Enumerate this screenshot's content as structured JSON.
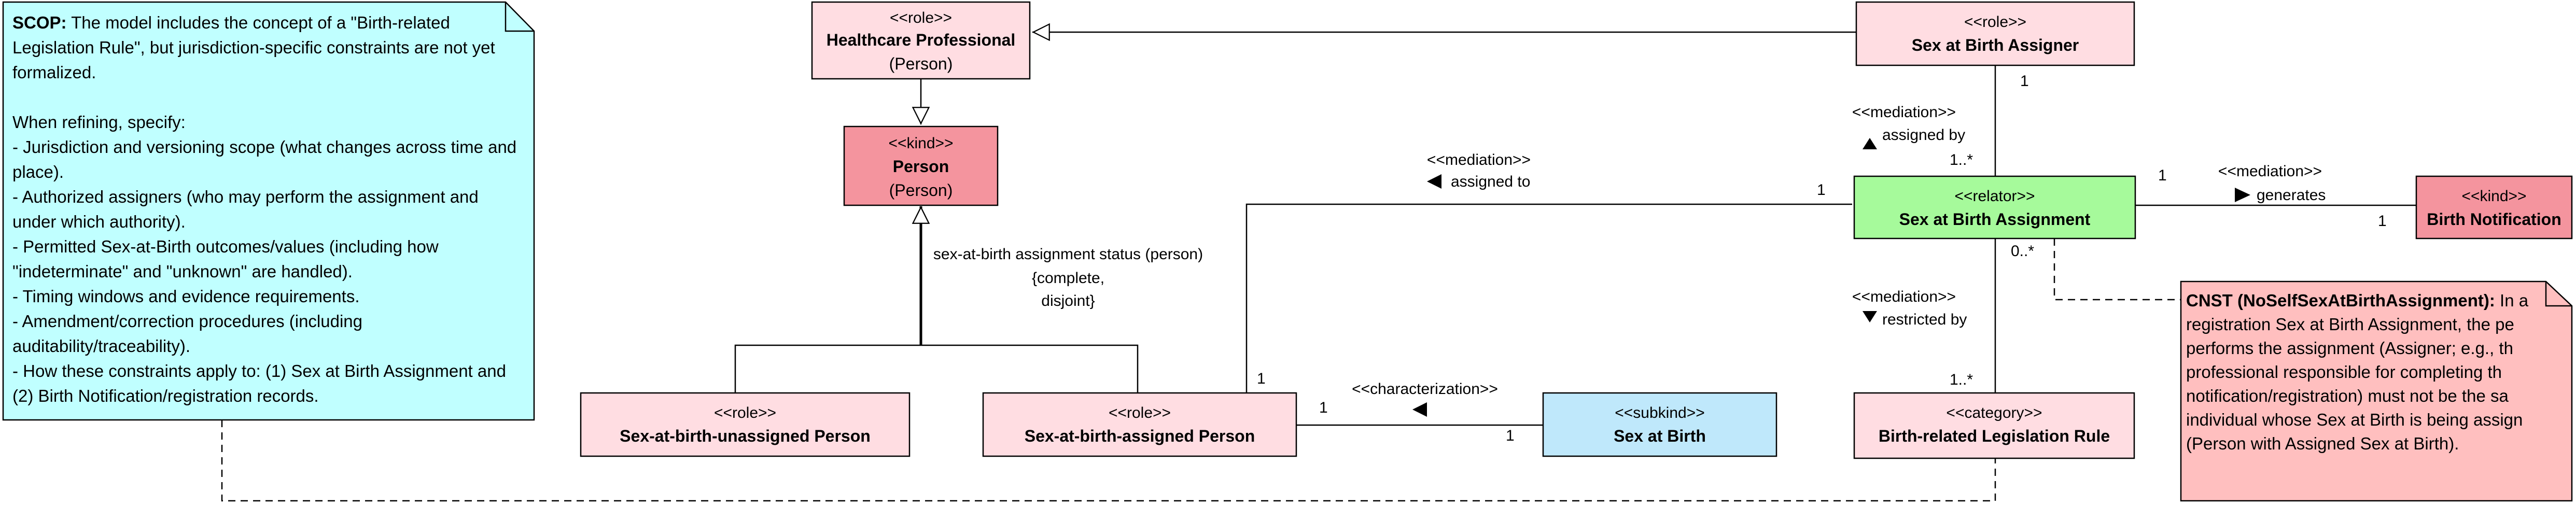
{
  "classes": {
    "healthcare_professional": {
      "stereotype": "<<role>>",
      "name": "Healthcare Professional",
      "subtitle": "(Person)",
      "fill": "#ffdde2"
    },
    "person": {
      "stereotype": "<<kind>>",
      "name": "Person",
      "subtitle": "(Person)",
      "fill": "#f4949e"
    },
    "sex_at_birth_assigner": {
      "stereotype": "<<role>>",
      "name": "Sex at Birth Assigner",
      "fill": "#ffdde2"
    },
    "sex_at_birth_assignment": {
      "stereotype": "<<relator>>",
      "name": "Sex at Birth Assignment",
      "fill": "#a6fa9b"
    },
    "birth_notification": {
      "stereotype": "<<kind>>",
      "name": "Birth Notification",
      "fill": "#f4949e"
    },
    "unassigned_person": {
      "stereotype": "<<role>>",
      "name": "Sex-at-birth-unassigned Person",
      "fill": "#ffdde2"
    },
    "assigned_person": {
      "stereotype": "<<role>>",
      "name": "Sex-at-birth-assigned Person",
      "fill": "#ffdde2"
    },
    "sex_at_birth": {
      "stereotype": "<<subkind>>",
      "name": "Sex at Birth",
      "fill": "#bfe8fb"
    },
    "birth_related_legislation_rule": {
      "stereotype": "<<category>>",
      "name": "Birth-related Legislation Rule",
      "fill": "#ffdde2"
    }
  },
  "generalization_set": {
    "name": "sex-at-birth assignment status (person)",
    "constraint1": "{complete,",
    "constraint2": "disjoint}"
  },
  "relations": {
    "assigned_by": {
      "stereotype": "<<mediation>>",
      "name": "assigned by",
      "mult_source": "1",
      "mult_target": "1..*"
    },
    "assigned_to": {
      "stereotype": "<<mediation>>",
      "name": "assigned to",
      "mult_relator": "1",
      "mult_person": "1"
    },
    "generates": {
      "stereotype": "<<mediation>>",
      "name": "generates",
      "mult_relator": "1",
      "mult_notification": "1"
    },
    "restricted_by": {
      "stereotype": "<<mediation>>",
      "name": "restricted by",
      "mult_relator": "0..*",
      "mult_rule": "1..*"
    },
    "characterization": {
      "stereotype": "<<characterization>>",
      "mult_person": "1",
      "mult_sex": "1"
    }
  },
  "scop_note": {
    "fill": "#c0ffff",
    "label": "SCOP:",
    "intro_text": " The model includes the concept of a \"Birth-related Legislation Rule\", but jurisdiction-specific constraints are not yet formalized.",
    "lead": "When refining, specify:",
    "items": [
      "- Jurisdiction and versioning scope (what changes across time and place).",
      "- Authorized assigners (who may perform the assignment and under which authority).",
      "- Permitted Sex-at-Birth outcomes/values (including how \"indeterminate\" and \"unknown\" are handled).",
      "- Timing windows and evidence requirements.",
      "- Amendment/correction procedures (including auditability/traceability).",
      "- How these constraints apply to: (1) Sex at Birth Assignment and (2) Birth Notification/registration records."
    ]
  },
  "cnst_note": {
    "fill": "#ffbfbf",
    "label": "CNST (NoSelfSexAtBirthAssignment):",
    "first_line": " In a",
    "lines": [
      "registration Sex at Birth Assignment, the pe",
      "performs the assignment (Assigner; e.g., th",
      "professional responsible for completing th",
      "notification/registration) must not be the sa",
      "individual whose Sex at Birth is being assign",
      "(Person with Assigned Sex at Birth)."
    ]
  }
}
